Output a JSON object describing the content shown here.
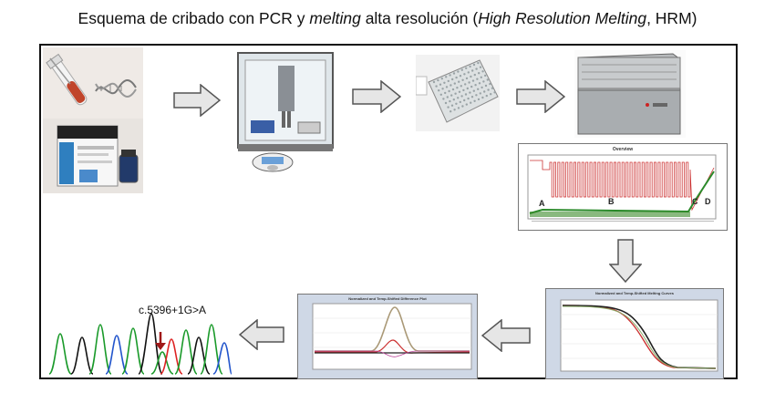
{
  "title": {
    "part1": "Esquema de cribado con PCR y ",
    "part2": "melting",
    "part3": "  alta resolución (",
    "part4": "High Resolution Melting",
    "part5": ", HRM)"
  },
  "pcr_chart": {
    "title": "Overview",
    "phases": [
      "A",
      "B",
      "C",
      "D"
    ]
  },
  "melt_curve": {
    "title": "Normalized and Temp-Shifted Melting Curves"
  },
  "diff_plot": {
    "title": "Normalized and Temp-Shifted Difference Plot"
  },
  "chromatogram": {
    "mutation": "c.5396+1G>A"
  }
}
